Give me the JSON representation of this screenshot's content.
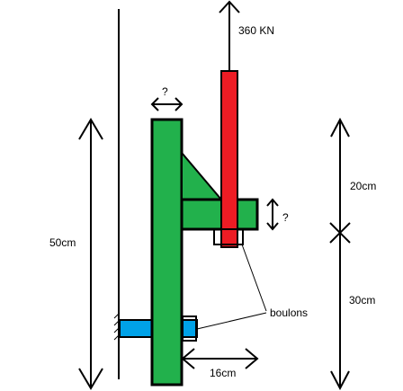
{
  "labels": {
    "force": "360 KN",
    "top_width_unknown": "?",
    "plate_thickness_unknown": "?",
    "total_height": "50cm",
    "upper_height": "20cm",
    "lower_height": "30cm",
    "bolts": "boulons",
    "horizontal_span": "16cm"
  },
  "colors": {
    "column": "#22b14c",
    "tie_rod": "#ed1c24",
    "bolt": "#00a2e8",
    "outline": "#000000"
  },
  "icons": [
    "arrow-up-icon",
    "double-arrow-horizontal-icon",
    "double-arrow-vertical-icon",
    "x-mark-icon"
  ]
}
